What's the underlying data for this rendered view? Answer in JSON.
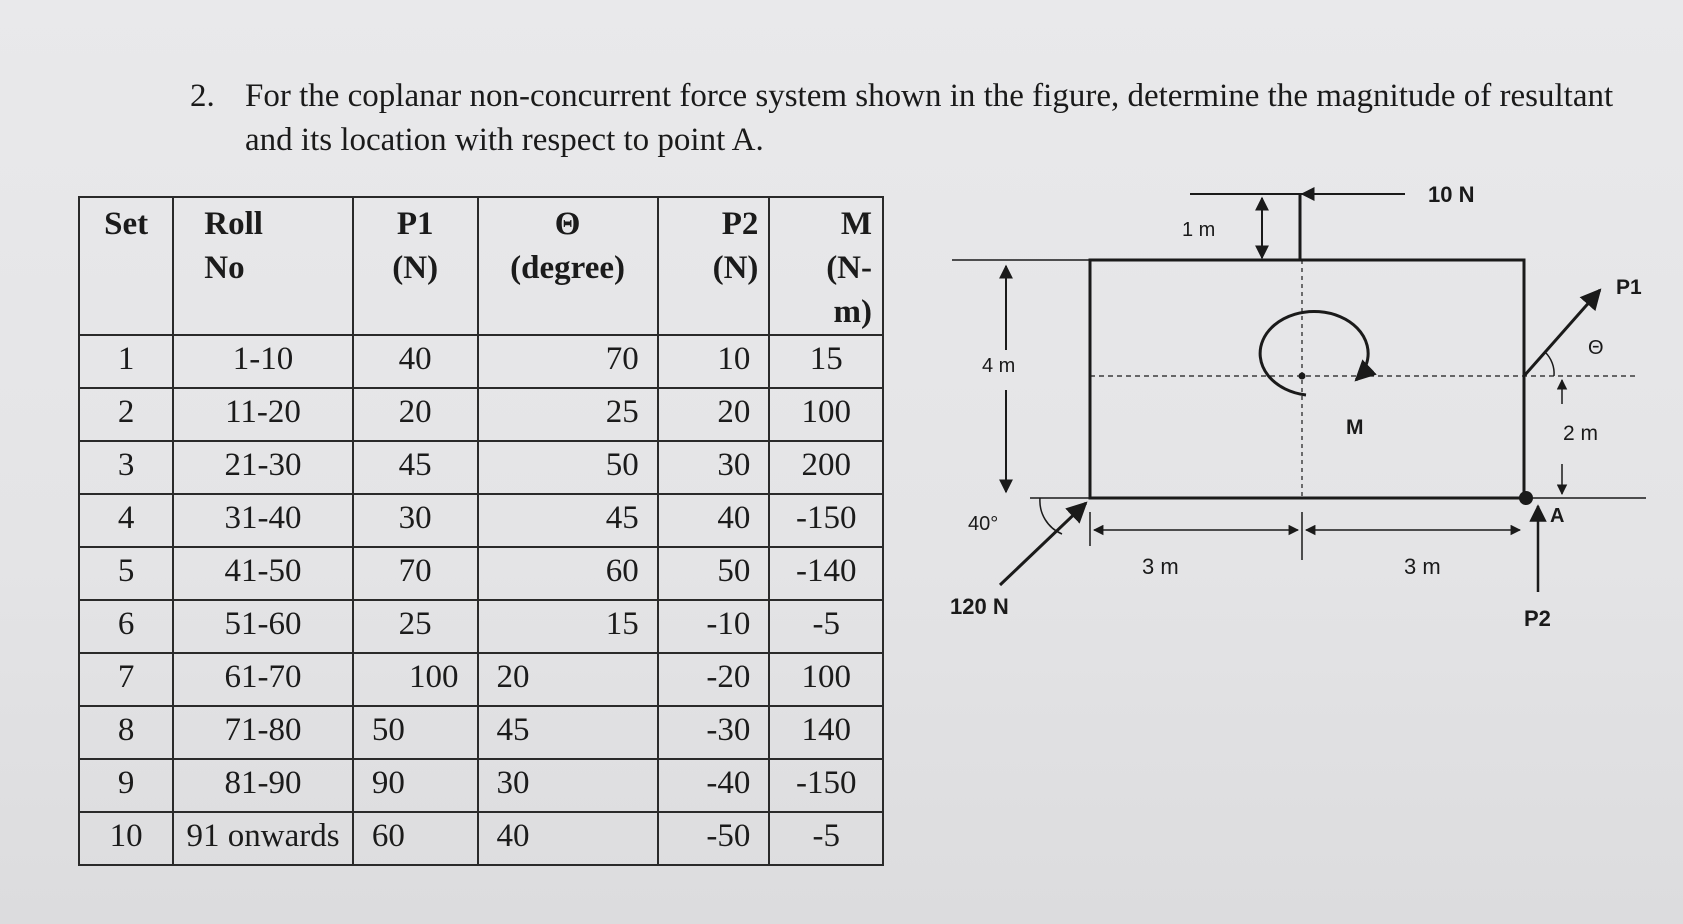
{
  "problem": {
    "number": "2.",
    "text": "For the coplanar non-concurrent force system shown in the figure, determine the magnitude of resultant and its location with respect to point A."
  },
  "table": {
    "headers": {
      "set": "Set",
      "roll_1": "Roll",
      "roll_2": "No",
      "p1_1": "P1",
      "p1_2": "(N)",
      "theta_1": "Θ",
      "theta_2": "(degree)",
      "p2_1": "P2",
      "p2_2": "(N)",
      "m_1": "M",
      "m_2": "(N-",
      "m_3": "m)"
    },
    "rows": [
      {
        "set": "1",
        "roll": "1-10",
        "p1": "40",
        "theta": "70",
        "p2": "10",
        "m": "15"
      },
      {
        "set": "2",
        "roll": "11-20",
        "p1": "20",
        "theta": "25",
        "p2": "20",
        "m": "100"
      },
      {
        "set": "3",
        "roll": "21-30",
        "p1": "45",
        "theta": "50",
        "p2": "30",
        "m": "200"
      },
      {
        "set": "4",
        "roll": "31-40",
        "p1": "30",
        "theta": "45",
        "p2": "40",
        "m": "-150"
      },
      {
        "set": "5",
        "roll": "41-50",
        "p1": "70",
        "theta": "60",
        "p2": "50",
        "m": "-140"
      },
      {
        "set": "6",
        "roll": "51-60",
        "p1": "25",
        "theta": "15",
        "p2": "-10",
        "m": "-5"
      },
      {
        "set": "7",
        "roll": "61-70",
        "p1": "100",
        "theta": "20",
        "p2": "-20",
        "m": "100"
      },
      {
        "set": "8",
        "roll": "71-80",
        "p1": "50",
        "theta": "45",
        "p2": "-30",
        "m": "140"
      },
      {
        "set": "9",
        "roll": "81-90",
        "p1": "90",
        "theta": "30",
        "p2": "-40",
        "m": "-150"
      },
      {
        "set": "10",
        "roll": "91 onwards",
        "p1": "60",
        "theta": "40",
        "p2": "-50",
        "m": "-5"
      }
    ]
  },
  "figure": {
    "force_top": "10 N",
    "dim_top": "1 m",
    "dim_left": "4 m",
    "angle_left": "40°",
    "force_left": "120 N",
    "dim_bottom_left": "3 m",
    "dim_bottom_right": "3 m",
    "moment": "M",
    "force_p1": "P1",
    "angle_p1": "Θ",
    "dim_right": "2 m",
    "point_a": "A",
    "force_p2": "P2"
  }
}
